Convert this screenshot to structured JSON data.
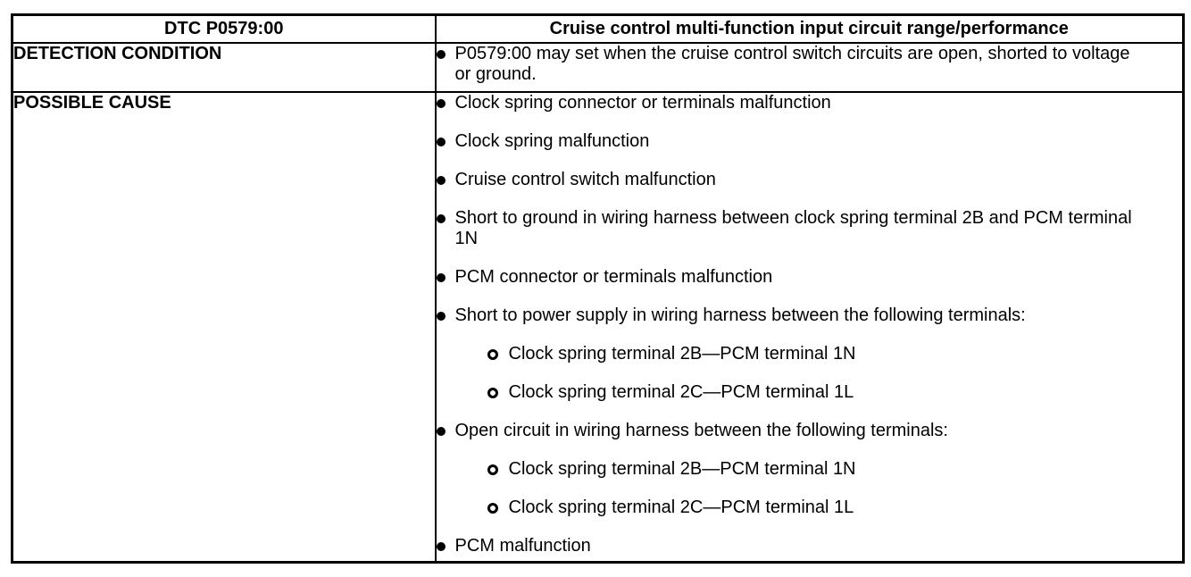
{
  "colors": {
    "background": "#ffffff",
    "border": "#000000",
    "text": "#000000"
  },
  "icons": {
    "bullet": "filled-circle",
    "sub_bullet": "open-circle"
  },
  "table": {
    "header": {
      "dtc_code": "DTC P0579:00",
      "description": "Cruise control multi-function input circuit range/performance"
    },
    "rows": [
      {
        "label": "DETECTION CONDITION",
        "items": [
          {
            "level": 1,
            "text": "P0579:00 may set when the cruise control switch circuits are open, shorted to voltage\nor ground."
          }
        ]
      },
      {
        "label": "POSSIBLE CAUSE",
        "items": [
          {
            "level": 1,
            "text": "Clock spring connector or terminals malfunction"
          },
          {
            "level": 1,
            "text": "Clock spring malfunction"
          },
          {
            "level": 1,
            "text": "Cruise control switch malfunction"
          },
          {
            "level": 1,
            "text": "Short to ground in wiring harness between clock spring terminal 2B and PCM terminal\n1N"
          },
          {
            "level": 1,
            "text": "PCM connector or terminals malfunction"
          },
          {
            "level": 1,
            "text": "Short to power supply in wiring harness between the following terminals:"
          },
          {
            "level": 2,
            "text": "Clock spring terminal 2B—PCM terminal 1N"
          },
          {
            "level": 2,
            "text": "Clock spring terminal 2C—PCM terminal 1L"
          },
          {
            "level": 1,
            "text": "Open circuit in wiring harness between the following terminals:"
          },
          {
            "level": 2,
            "text": "Clock spring terminal 2B—PCM terminal 1N"
          },
          {
            "level": 2,
            "text": "Clock spring terminal 2C—PCM terminal 1L"
          },
          {
            "level": 1,
            "text": "PCM malfunction"
          }
        ]
      }
    ]
  }
}
